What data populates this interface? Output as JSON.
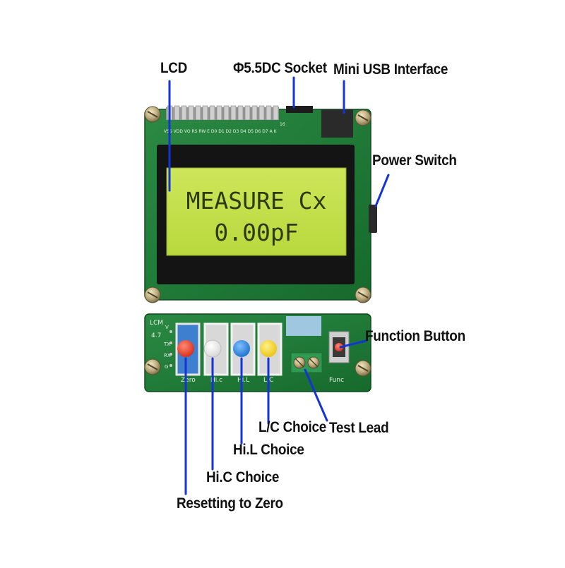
{
  "callouts": {
    "lcd": "LCD",
    "dc_socket": "Φ5.5DC Socket",
    "mini_usb": "Mini USB Interface",
    "power_switch": "Power Switch",
    "function_button": "Function Button",
    "test_lead": "Test Lead",
    "lc_choice": "L/C Choice",
    "hil_choice": "Hi.L Choice",
    "hic_choice": "Hi.C Choice",
    "reset_zero": "Resetting to Zero"
  },
  "lcd": {
    "line1": "MEASURE Cx",
    "line2": "0.00pF"
  },
  "board": {
    "pin_labels": "VSS VDD VO RS RW E D0 D1 D2 D3 D4 D5 D6 D7 A K",
    "pin_16": "16",
    "side_labels": [
      "LCM",
      "4.7",
      "V",
      "TX",
      "RX",
      "G"
    ],
    "button_labels": [
      "Zero",
      "Hi.c",
      "Hi.L",
      "L/C"
    ],
    "func_label": "Func"
  },
  "colors": {
    "pcb": "#1e7a35",
    "lcd_screen": "#c3e04a",
    "callout_line": "#1533d6",
    "button_red": "#e83a2a",
    "button_white": "#f4f4f4",
    "button_blue": "#2a86e0",
    "button_yellow": "#f3d21c"
  }
}
